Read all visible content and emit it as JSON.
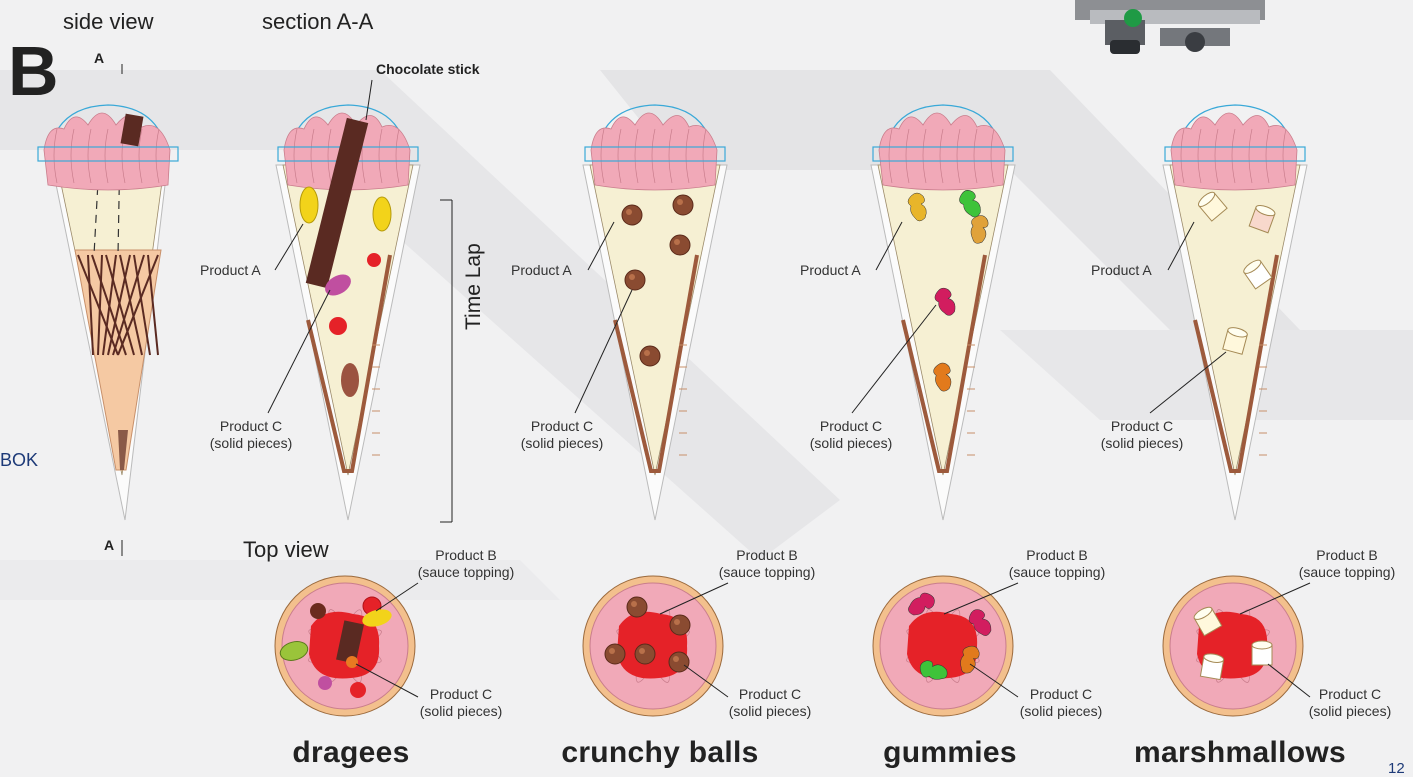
{
  "headers": {
    "side_view": "side view",
    "section": "section A-A",
    "top_view": "Top view"
  },
  "letter": "B",
  "section_marks": [
    "A",
    "A"
  ],
  "chocolate_stick": "Chocolate stick",
  "time_lap": "Time Lap",
  "side_text": "BOK",
  "page_number": "12",
  "product_a": "Product A",
  "product_b": {
    "line1": "Product B",
    "line2": "(sauce  topping)"
  },
  "product_c": {
    "line1": "Product C",
    "line2": "(solid pieces)"
  },
  "variants": [
    {
      "name": "dragees"
    },
    {
      "name": "crunchy balls"
    },
    {
      "name": "gummies"
    },
    {
      "name": "marshmallows"
    }
  ],
  "colors": {
    "cream": "#f6f0d3",
    "whipped_pink": "#f1a9b8",
    "sauce_red": "#e52228",
    "wafer": "#f5c9a3",
    "chocolate_brown": "#5a2a22",
    "outline_blue": "#3aa9d8",
    "accent_navy": "#1d3a78"
  }
}
